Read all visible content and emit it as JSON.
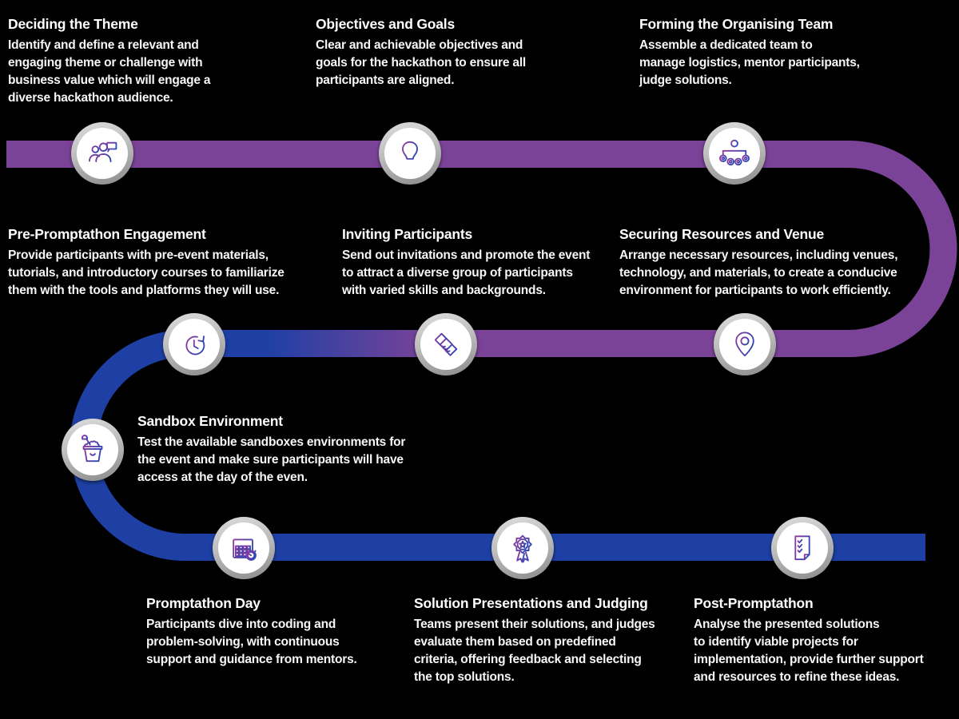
{
  "palette": {
    "bg": "#000000",
    "purple": "#7B4397",
    "blue": "#1E40A5",
    "iconPurple": "#93399B",
    "iconBlue": "#2F46B5",
    "ringLight": "#DEDEDE",
    "ringDark": "#8A8A8A",
    "text": "#FFFFFF"
  },
  "timeline": {
    "steps": [
      {
        "title": "Deciding the Theme",
        "desc_lines": [
          "Identify and define a relevant and",
          "engaging theme or challenge with",
          "business value which will engage a",
          "diverse hackathon audience."
        ],
        "icon": "people-chat-icon"
      },
      {
        "title": "Objectives and Goals",
        "desc_lines": [
          "Clear and achievable objectives and",
          "goals for the hackathon to ensure all",
          "participants are aligned."
        ],
        "icon": "lightbulb-icon"
      },
      {
        "title": "Forming the Organising Team",
        "desc_lines": [
          "Assemble a dedicated team to",
          "manage logistics, mentor participants,",
          "judge solutions."
        ],
        "icon": "org-hierarchy-icon"
      },
      {
        "title": "Pre-Promptathon Engagement",
        "desc_lines": [
          "Provide participants with pre-event materials,",
          "tutorials, and introductory courses to familiarize",
          "them with the tools and platforms they will use."
        ],
        "icon": "history-clock-icon"
      },
      {
        "title": "Inviting Participants",
        "desc_lines": [
          "Send out invitations and promote the event",
          "to attract a diverse group of participants",
          "with varied skills and backgrounds."
        ],
        "icon": "handshake-icon"
      },
      {
        "title": "Securing Resources and Venue",
        "desc_lines": [
          "Arrange necessary resources, including venues,",
          "technology, and materials, to create a conducive",
          "environment for participants to work efficiently."
        ],
        "icon": "map-pin-icon"
      },
      {
        "title": "Sandbox Environment",
        "desc_lines": [
          "Test the available sandboxes environments for",
          "the event and make sure participants will have",
          "access at the day of the even."
        ],
        "icon": "sand-bucket-icon"
      },
      {
        "title": "Promptathon Day",
        "desc_lines": [
          "Participants dive into coding and",
          "problem-solving, with continuous",
          "support and guidance from mentors."
        ],
        "icon": "calendar-stopwatch-icon"
      },
      {
        "title": "Solution Presentations and Judging",
        "desc_lines": [
          "Teams present their solutions, and judges",
          "evaluate them based on predefined",
          "criteria, offering feedback and selecting",
          "the top solutions."
        ],
        "icon": "award-ribbon-icon"
      },
      {
        "title": "Post-Promptathon",
        "desc_lines": [
          "Analyse the presented solutions",
          "to identify viable projects for",
          "implementation, provide further support",
          "and resources to refine these ideas."
        ],
        "icon": "checklist-icon"
      }
    ]
  }
}
